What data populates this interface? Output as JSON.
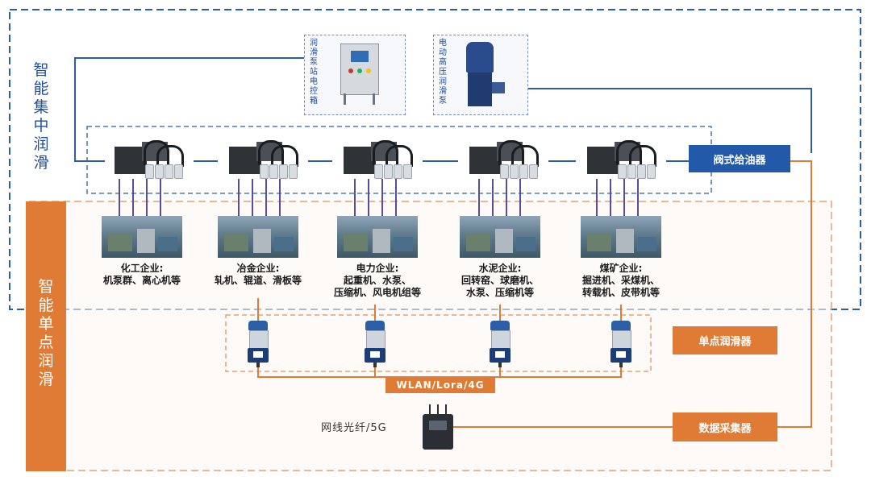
{
  "sections": {
    "centralized": [
      "智",
      "能",
      "集",
      "中",
      "润",
      "滑"
    ],
    "single_point": [
      "智",
      "能",
      "单",
      "点",
      "润",
      "滑"
    ]
  },
  "equipment": {
    "control_cabinet": [
      "润",
      "滑",
      "泵",
      "站",
      "电",
      "控",
      "箱"
    ],
    "pump": [
      "电",
      "动",
      "高",
      "压",
      "润",
      "滑",
      "泵"
    ]
  },
  "valve_feeder_label": "阀式给油器",
  "industries": [
    {
      "title": "化工企业:",
      "lines": [
        "机泵群、离心机等"
      ]
    },
    {
      "title": "冶金企业:",
      "lines": [
        "轧机、辊道、滑板等"
      ]
    },
    {
      "title": "电力企业:",
      "lines": [
        "起重机、水泵、",
        "压缩机、风电机组等"
      ]
    },
    {
      "title": "水泥企业:",
      "lines": [
        "回转窑、球磨机、",
        "水泵、压缩机等"
      ]
    },
    {
      "title": "煤矿企业:",
      "lines": [
        "掘进机、采煤机、",
        "转载机、皮带机等"
      ]
    }
  ],
  "single_lubricator_label": "单点润滑器",
  "wireless_label": "WLAN/Lora/4G",
  "network_label": "网线光纤/5G",
  "collector_label": "数据采集器",
  "colors": {
    "blue": "#2259a8",
    "orange": "#e07b35",
    "dashed_blue": "#2a5fa8",
    "dashed_orange": "#e8a070"
  }
}
